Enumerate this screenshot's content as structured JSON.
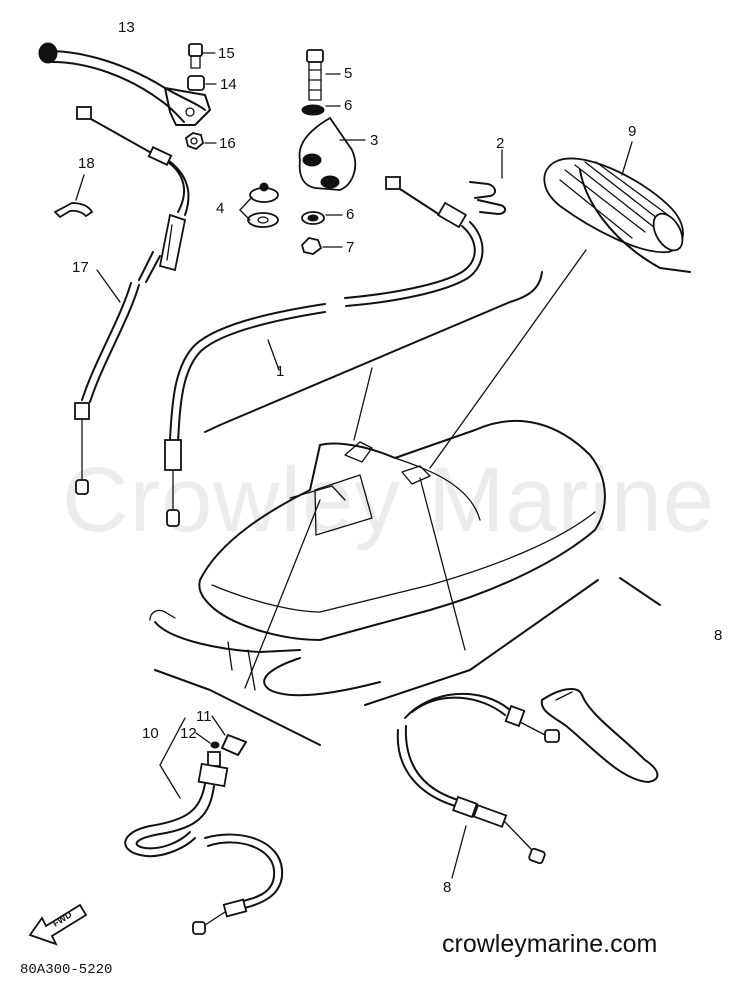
{
  "watermark": "Crowley Marine",
  "website": "crowleymarine.com",
  "diagram_code": "80A300-5220",
  "fwd_label": "FWD",
  "callouts": {
    "c1": "1",
    "c2": "2",
    "c3": "3",
    "c4": "4",
    "c5": "5",
    "c6a": "6",
    "c6b": "6",
    "c7": "7",
    "c8": "8",
    "c9": "9",
    "c10": "10",
    "c11": "11",
    "c12": "12",
    "c13": "13",
    "c14": "14",
    "c15": "15",
    "c16": "16",
    "c17": "17",
    "c18": "18"
  }
}
